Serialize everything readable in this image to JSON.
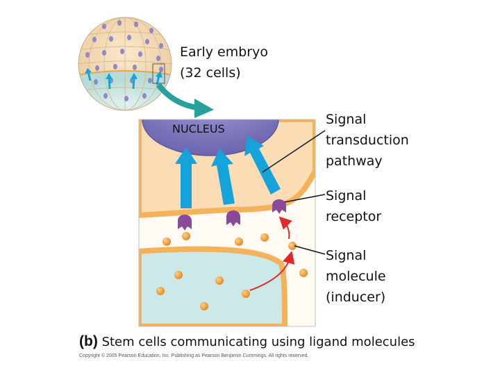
{
  "labels": {
    "embryo": "Early embryo\n(32 cells)",
    "nucleus": "NUCLEUS",
    "transduction": "Signal\ntransduction\npathway",
    "receptor": "Signal\nreceptor",
    "molecule": "Signal\nmolecule\n(inducer)"
  },
  "caption": {
    "part": "(b)",
    "text": "Stem cells communicating using ligand molecules"
  },
  "copyright": "Copyright © 2005 Pearson Education, Inc. Publishing as Pearson Benjamin Cummings. All rights reserved.",
  "colors": {
    "upper_cell": "#fbdcb4",
    "cell_border": "#f4b25a",
    "lower_cell": "#cbe9e9",
    "nucleus": "#7b77bd",
    "pathway_arrow": "#15a3dc",
    "receptor": "#8a4a9a",
    "molecule": "#f29a32",
    "inducer_arrow": "#e02a2a",
    "zoom_arrow": "#25a09a"
  }
}
